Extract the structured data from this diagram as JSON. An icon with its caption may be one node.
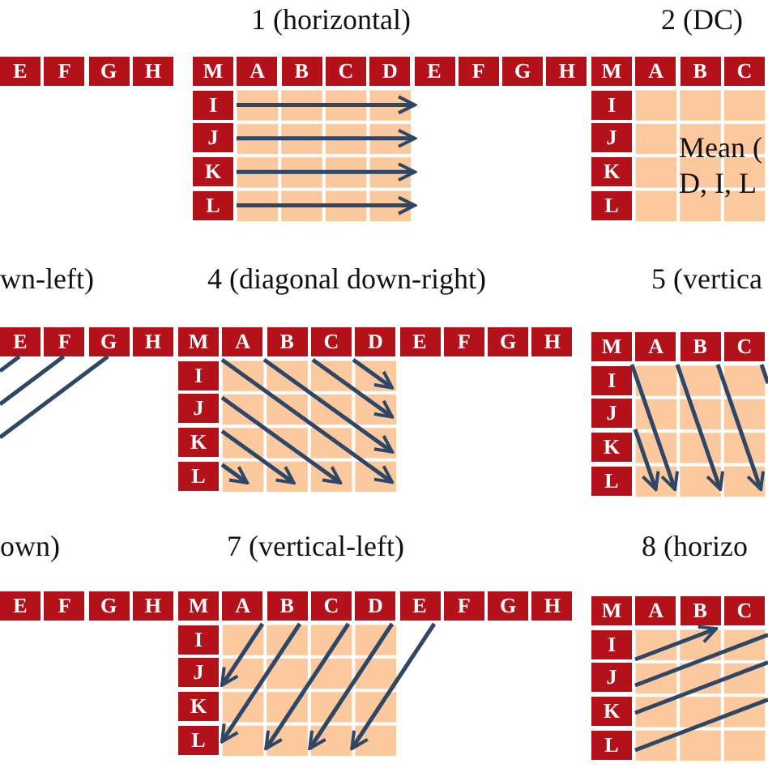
{
  "diagram": {
    "labels": [
      "E",
      "F",
      "G",
      "H",
      "1 (horizontal)",
      "M",
      "A",
      "B",
      "C",
      "D",
      "E",
      "F",
      "G",
      "H",
      "I",
      "J",
      "K",
      "L",
      "2 (DC)",
      "M",
      "A",
      "B",
      "C",
      "I",
      "J",
      "K",
      "L",
      "Mean (",
      "D, I, L",
      "wn-left)",
      "E",
      "F",
      "G",
      "H",
      "4 (diagonal down-right)",
      "M",
      "A",
      "B",
      "C",
      "D",
      "E",
      "F",
      "G",
      "H",
      "I",
      "J",
      "K",
      "L",
      "5 (vertica",
      "M",
      "A",
      "B",
      "C",
      "I",
      "J",
      "K",
      "L",
      "own)",
      "E",
      "F",
      "G",
      "H",
      "7 (vertical-left)",
      "M",
      "A",
      "B",
      "C",
      "D",
      "E",
      "F",
      "G",
      "H",
      "I",
      "J",
      "K",
      "L",
      "8 (horizo",
      "M",
      "A",
      "B",
      "C",
      "I",
      "J",
      "K",
      "L"
    ]
  }
}
